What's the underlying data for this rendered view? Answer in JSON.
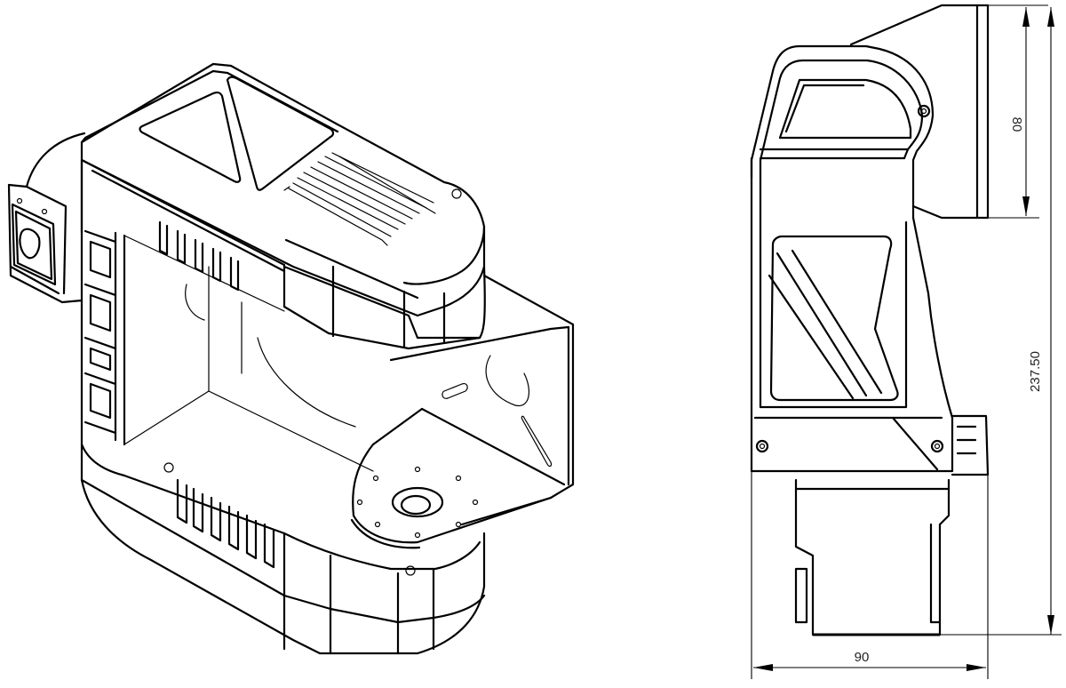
{
  "drawing": {
    "views": [
      {
        "name": "isometric-view",
        "label": ""
      },
      {
        "name": "side-view",
        "label": ""
      }
    ],
    "dimensions": {
      "top_height": "80",
      "total_height": "237.50",
      "width": "90"
    },
    "colors": {
      "line": "#000000",
      "background": "#ffffff"
    }
  }
}
